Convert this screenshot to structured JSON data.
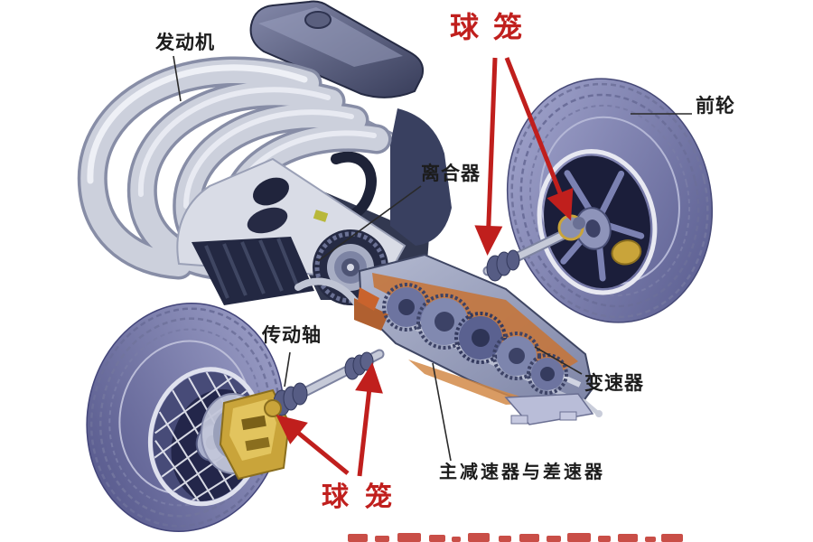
{
  "labels": {
    "engine": {
      "text": "发动机"
    },
    "cv_joint_top": {
      "text": "球笼"
    },
    "front_wheel": {
      "text": "前轮"
    },
    "clutch": {
      "text": "离合器"
    },
    "transmission": {
      "text": "变速器"
    },
    "drive_shaft": {
      "text": "传动轴"
    },
    "cv_joint_bottom": {
      "text": "球笼"
    },
    "final_drive_differential": {
      "text": "主减速器与差速器"
    }
  },
  "colors": {
    "highlight_red": "#c01f1d",
    "label_black": "#1c1c1c",
    "tire_purple": "#8f92bd",
    "tire_shadow": "#55588c",
    "rim_silver": "#e8e9f2",
    "metal_silver": "#c7cbd9",
    "metal_dark": "#3a4058",
    "copper_cutaway": "#c4763c",
    "brass_gold": "#c9a43a",
    "background": "#ffffff"
  }
}
